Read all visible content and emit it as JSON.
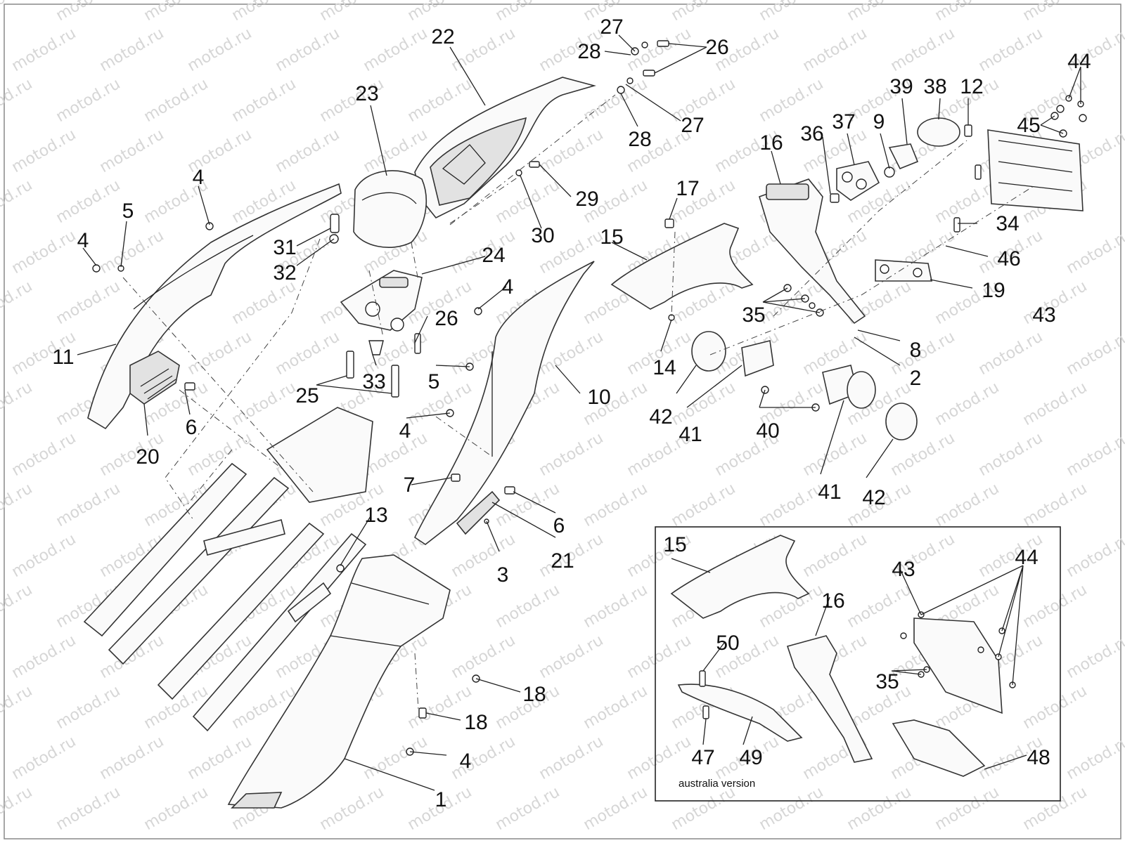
{
  "watermark": {
    "text": "motod.ru"
  },
  "inset": {
    "caption": "australia version"
  },
  "callouts": [
    {
      "id": "c27a",
      "text": "27"
    },
    {
      "id": "c26a",
      "text": "26"
    },
    {
      "id": "c28a",
      "text": "28"
    },
    {
      "id": "c22",
      "text": "22"
    },
    {
      "id": "c44a",
      "text": "44"
    },
    {
      "id": "c23",
      "text": "23"
    },
    {
      "id": "c39",
      "text": "39"
    },
    {
      "id": "c38",
      "text": "38"
    },
    {
      "id": "c12",
      "text": "12"
    },
    {
      "id": "c37",
      "text": "37"
    },
    {
      "id": "c9",
      "text": "9"
    },
    {
      "id": "c45",
      "text": "45"
    },
    {
      "id": "c27b",
      "text": "27"
    },
    {
      "id": "c28b",
      "text": "28"
    },
    {
      "id": "c36",
      "text": "36"
    },
    {
      "id": "c16a",
      "text": "16"
    },
    {
      "id": "c4a",
      "text": "4"
    },
    {
      "id": "c17",
      "text": "17"
    },
    {
      "id": "c5a",
      "text": "5"
    },
    {
      "id": "c29",
      "text": "29"
    },
    {
      "id": "c4b",
      "text": "4"
    },
    {
      "id": "c31",
      "text": "31"
    },
    {
      "id": "c30",
      "text": "30"
    },
    {
      "id": "c15a",
      "text": "15"
    },
    {
      "id": "c34",
      "text": "34"
    },
    {
      "id": "c32",
      "text": "32"
    },
    {
      "id": "c24",
      "text": "24"
    },
    {
      "id": "c46",
      "text": "46"
    },
    {
      "id": "c4c",
      "text": "4"
    },
    {
      "id": "c19",
      "text": "19"
    },
    {
      "id": "c35a",
      "text": "35"
    },
    {
      "id": "c43a",
      "text": "43"
    },
    {
      "id": "c26b",
      "text": "26"
    },
    {
      "id": "c11",
      "text": "11"
    },
    {
      "id": "c8",
      "text": "8"
    },
    {
      "id": "c14",
      "text": "14"
    },
    {
      "id": "c5b",
      "text": "5"
    },
    {
      "id": "c33",
      "text": "33"
    },
    {
      "id": "c2",
      "text": "2"
    },
    {
      "id": "c25",
      "text": "25"
    },
    {
      "id": "c10",
      "text": "10"
    },
    {
      "id": "c42a",
      "text": "42"
    },
    {
      "id": "c41a",
      "text": "41"
    },
    {
      "id": "c40",
      "text": "40"
    },
    {
      "id": "c4d",
      "text": "4"
    },
    {
      "id": "c6a",
      "text": "6"
    },
    {
      "id": "c20",
      "text": "20"
    },
    {
      "id": "c7",
      "text": "7"
    },
    {
      "id": "c41b",
      "text": "41"
    },
    {
      "id": "c42b",
      "text": "42"
    },
    {
      "id": "c13",
      "text": "13"
    },
    {
      "id": "c6b",
      "text": "6"
    },
    {
      "id": "c15b",
      "text": "15"
    },
    {
      "id": "c21",
      "text": "21"
    },
    {
      "id": "c3",
      "text": "3"
    },
    {
      "id": "c43b",
      "text": "43"
    },
    {
      "id": "c44b",
      "text": "44"
    },
    {
      "id": "c16b",
      "text": "16"
    },
    {
      "id": "c50",
      "text": "50"
    },
    {
      "id": "c35b",
      "text": "35"
    },
    {
      "id": "c18a",
      "text": "18"
    },
    {
      "id": "c18b",
      "text": "18"
    },
    {
      "id": "c4e",
      "text": "4"
    },
    {
      "id": "c47",
      "text": "47"
    },
    {
      "id": "c49",
      "text": "49"
    },
    {
      "id": "c48",
      "text": "48"
    },
    {
      "id": "c1",
      "text": "1"
    }
  ]
}
